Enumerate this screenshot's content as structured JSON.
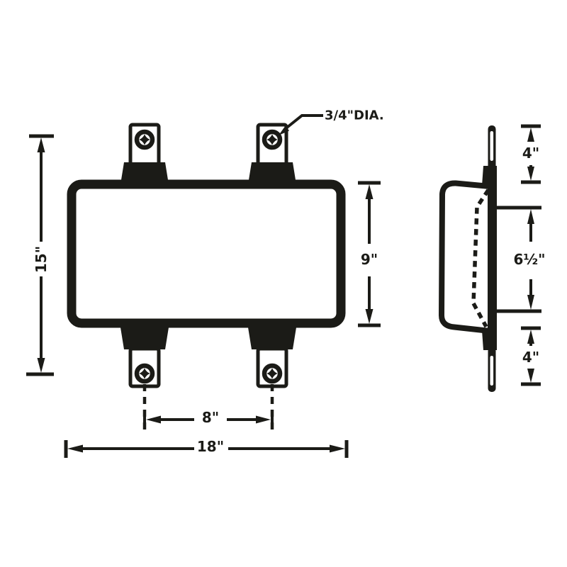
{
  "drawing": {
    "background": "#ffffff",
    "ink": "#1b1b17"
  },
  "labels": {
    "hole_diameter": "3/4\"DIA.",
    "overall_height": "15\"",
    "body_height": "9\"",
    "bolt_spacing": "8\"",
    "overall_width": "18\"",
    "side_top_tab": "4\"",
    "side_opening": "6½\"",
    "side_bottom_tab": "4\""
  }
}
